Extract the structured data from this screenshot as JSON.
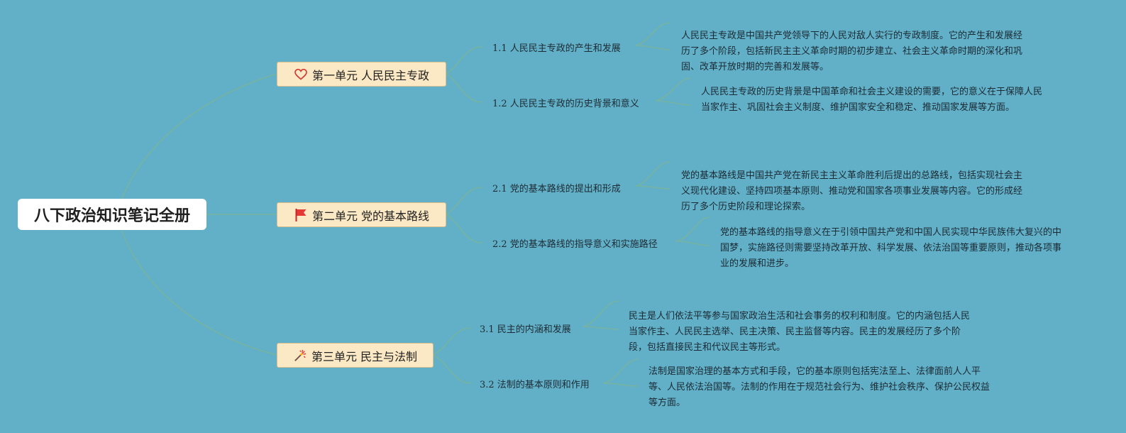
{
  "root": {
    "title": "八下政治知识笔记全册"
  },
  "units": [
    {
      "title": "第一单元 人民民主专政",
      "icon": "heart-icon",
      "subs": [
        {
          "title": "1.1 人民民主专政的产生和发展",
          "desc": "人民民主专政是中国共产党领导下的人民对敌人实行的专政制度。它的产生和发展经历了多个阶段，包括新民主主义革命时期的初步建立、社会主义革命时期的深化和巩固、改革开放时期的完善和发展等。"
        },
        {
          "title": "1.2 人民民主专政的历史背景和意义",
          "desc": "人民民主专政的历史背景是中国革命和社会主义建设的需要，它的意义在于保障人民当家作主、巩固社会主义制度、维护国家安全和稳定、推动国家发展等方面。"
        }
      ]
    },
    {
      "title": "第二单元 党的基本路线",
      "icon": "red-flag-icon",
      "subs": [
        {
          "title": "2.1 党的基本路线的提出和形成",
          "desc": "党的基本路线是中国共产党在新民主主义革命胜利后提出的总路线，包括实现社会主义现代化建设、坚持四项基本原则、推动党和国家各项事业发展等内容。它的形成经历了多个历史阶段和理论探索。"
        },
        {
          "title": "2.2 党的基本路线的指导意义和实施路径",
          "desc": "党的基本路线的指导意义在于引领中国共产党和中国人民实现中华民族伟大复兴的中国梦，实施路径则需要坚持改革开放、科学发展、依法治国等重要原则，推动各项事业的发展和进步。"
        }
      ]
    },
    {
      "title": "第三单元 民主与法制",
      "icon": "sparkler-icon",
      "subs": [
        {
          "title": "3.1 民主的内涵和发展",
          "desc": "民主是人们依法平等参与国家政治生活和社会事务的权利和制度。它的内涵包括人民当家作主、人民民主选举、民主决策、民主监督等内容。民主的发展经历了多个阶段，包括直接民主和代议民主等形式。"
        },
        {
          "title": "3.2 法制的基本原则和作用",
          "desc": "法制是国家治理的基本方式和手段，它的基本原则包括宪法至上、法律面前人人平等、人民依法治国等。法制的作用在于规范社会行为、维护社会秩序、保护公民权益等方面。"
        }
      ]
    }
  ]
}
